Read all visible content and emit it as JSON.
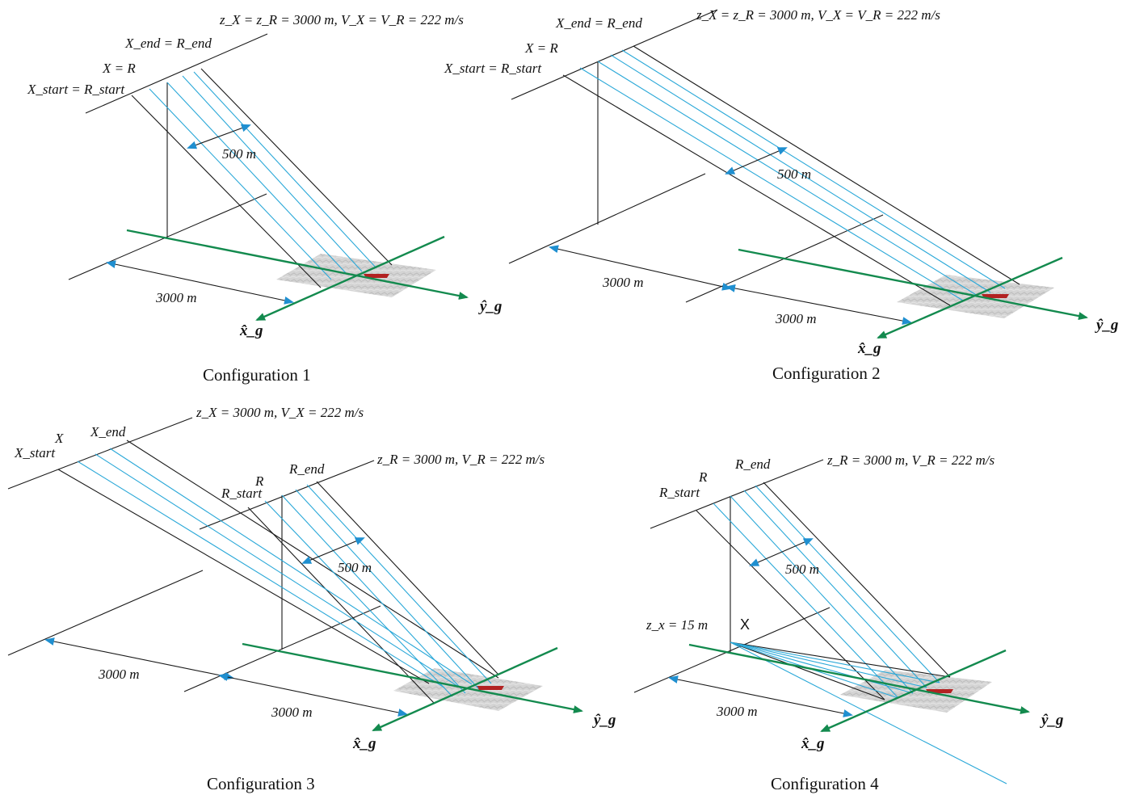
{
  "colors": {
    "accent_green": "#138a4e",
    "ray_cyan": "#2aa8d8",
    "arrow_blue": "#1f8fd0",
    "ship_red": "#b22222",
    "sea_gray": "#c9c9c9"
  },
  "config1": {
    "caption": "Configuration 1",
    "params": "z_X = z_R = 3000 m, V_X = V_R = 222 m/s",
    "label_end": "X_end = R_end",
    "label_mid": "X = R",
    "label_start": "X_start = R_start",
    "width_label": "500 m",
    "dist_label": "3000 m",
    "axis_x": "x̂_g",
    "axis_y": "ŷ_g"
  },
  "config2": {
    "caption": "Configuration 2",
    "params": "z_X = z_R = 3000 m, V_X = V_R = 222 m/s",
    "label_end": "X_end = R_end",
    "label_mid": "X = R",
    "label_start": "X_start = R_start",
    "width_label": "500 m",
    "dist_label_1": "3000 m",
    "dist_label_2": "3000 m",
    "axis_x": "x̂_g",
    "axis_y": "ŷ_g"
  },
  "config3": {
    "caption": "Configuration 3",
    "params_x": "z_X = 3000 m, V_X =  222 m/s",
    "params_r": "z_R = 3000 m, V_R = 222 m/s",
    "label_x_start": "X_start",
    "label_x": "X",
    "label_x_end": "X_end",
    "label_r_start": "R_start",
    "label_r": "R",
    "label_r_end": "R_end",
    "width_label": "500 m",
    "dist_label_1": "3000 m",
    "dist_label_2": "3000 m",
    "axis_x": "x̂_g",
    "axis_y": "ŷ_g"
  },
  "config4": {
    "caption": "Configuration 4",
    "params_r": "z_R = 3000 m, V_R = 222 m/s",
    "label_r_start": "R_start",
    "label_r": "R",
    "label_r_end": "R_end",
    "label_zx": "z_x = 15 m",
    "label_x": "X",
    "width_label": "500 m",
    "dist_label": "3000 m",
    "axis_x": "x̂_g",
    "axis_y": "ŷ_g"
  }
}
